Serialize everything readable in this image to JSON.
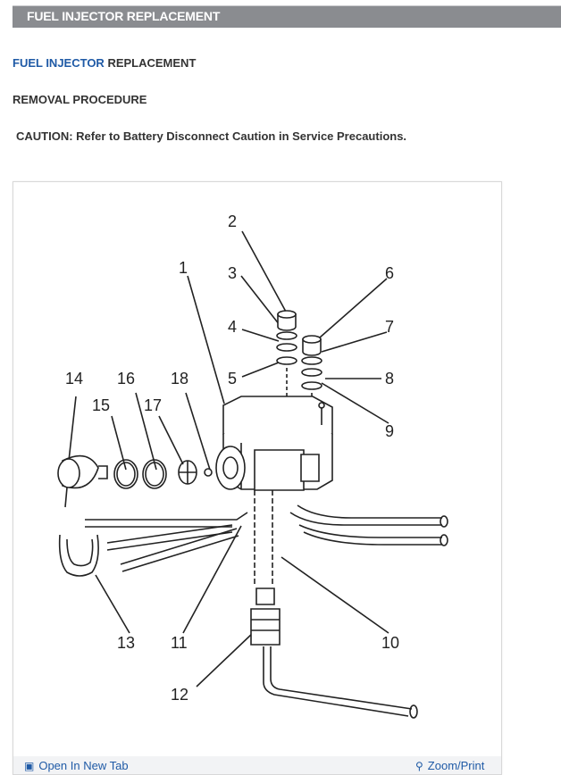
{
  "header": {
    "title": "FUEL INJECTOR REPLACEMENT"
  },
  "content": {
    "heading_link": "FUEL INJECTOR",
    "heading_rest": " REPLACEMENT",
    "section": "REMOVAL PROCEDURE",
    "caution": "CAUTION: Refer to Battery Disconnect Caution in Service Precautions."
  },
  "figure": {
    "callouts": [
      "1",
      "2",
      "3",
      "4",
      "5",
      "6",
      "7",
      "8",
      "9",
      "10",
      "11",
      "12",
      "13",
      "14",
      "15",
      "16",
      "17",
      "18"
    ],
    "footer": {
      "open_label": "Open In New Tab",
      "open_icon": "external-tab-icon",
      "zoom_label": "Zoom/Print",
      "zoom_icon": "magnify-icon"
    }
  },
  "colors": {
    "header_bg": "#8a8c90",
    "accent": "#1f5aa6"
  }
}
